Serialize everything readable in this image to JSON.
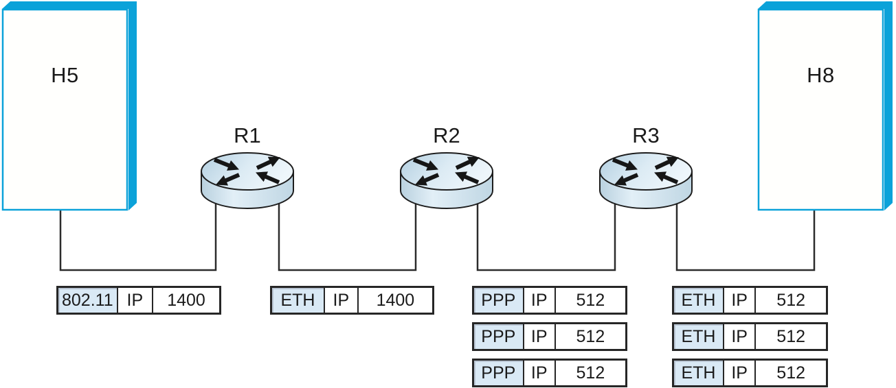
{
  "diagram": {
    "hosts": [
      {
        "id": "h5",
        "label": "H5"
      },
      {
        "id": "h8",
        "label": "H8"
      }
    ],
    "routers": [
      {
        "id": "r1",
        "label": "R1"
      },
      {
        "id": "r2",
        "label": "R2"
      },
      {
        "id": "r3",
        "label": "R3"
      }
    ],
    "links": [
      {
        "name": "h5-r1",
        "frames": [
          {
            "header": "802.11",
            "net": "IP",
            "payload": "1400"
          }
        ]
      },
      {
        "name": "r1-r2",
        "frames": [
          {
            "header": "ETH",
            "net": "IP",
            "payload": "1400"
          }
        ]
      },
      {
        "name": "r2-r3",
        "frames": [
          {
            "header": "PPP",
            "net": "IP",
            "payload": "512"
          },
          {
            "header": "PPP",
            "net": "IP",
            "payload": "512"
          },
          {
            "header": "PPP",
            "net": "IP",
            "payload": "512"
          }
        ]
      },
      {
        "name": "r3-h8",
        "frames": [
          {
            "header": "ETH",
            "net": "IP",
            "payload": "512"
          },
          {
            "header": "ETH",
            "net": "IP",
            "payload": "512"
          },
          {
            "header": "ETH",
            "net": "IP",
            "payload": "512"
          }
        ]
      }
    ],
    "colors": {
      "host_accent": "#0ba2d9",
      "frame_header_bg": "#d9e9f5",
      "line": "#2b2b2b"
    }
  }
}
